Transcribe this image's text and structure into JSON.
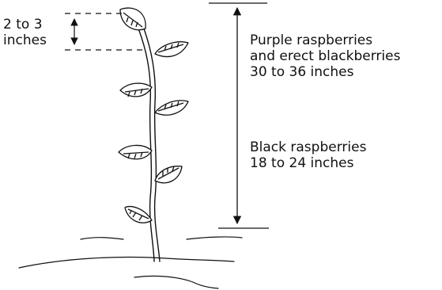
{
  "tip_label": {
    "line1": "2 to 3",
    "line2": "inches"
  },
  "purple_label": {
    "line1": "Purple raspberries",
    "line2": "and erect blackberries",
    "line3": "30 to 36 inches"
  },
  "black_label": {
    "line1": "Black raspberries",
    "line2": "18 to 24 inches"
  },
  "colors": {
    "ink": "#111111",
    "background": "#ffffff"
  }
}
